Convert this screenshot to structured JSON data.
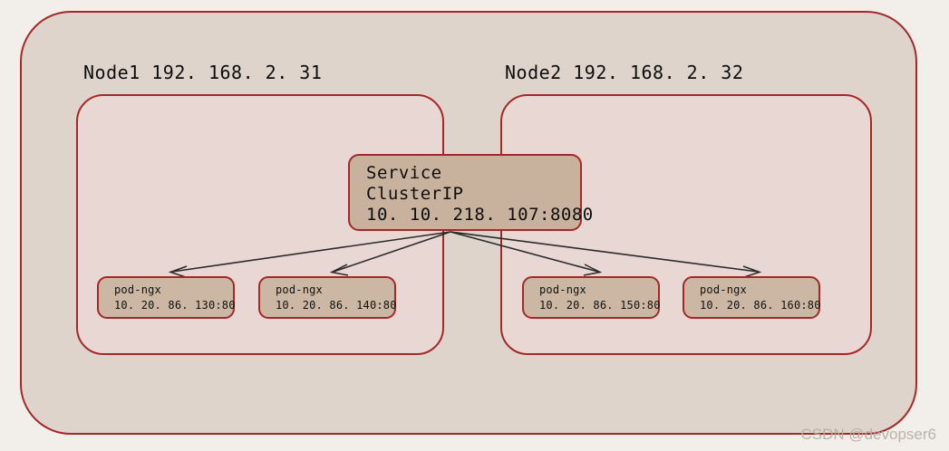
{
  "diagram": {
    "title": "Kubernetes Service ClusterIP topology",
    "colors": {
      "page_background": "#f2efeb",
      "cluster_fill": "#ded4cb",
      "node_fill": "#e8d7d2",
      "box_fill": "#c8b29d",
      "border": "#a52828",
      "arrow": "#2b2b2b",
      "text": "#0d0d0d",
      "watermark": "#b6aca6"
    }
  },
  "nodes": [
    {
      "id": "node1",
      "label": "Node1  192. 168. 2. 31"
    },
    {
      "id": "node2",
      "label": "Node2  192. 168. 2. 32"
    }
  ],
  "service": {
    "kind": "Service",
    "type": "ClusterIP",
    "endpoint": "10. 10. 218. 107:8080"
  },
  "pods": [
    {
      "name": "pod-ngx",
      "endpoint": "10. 20. 86. 130:80",
      "node": "node1"
    },
    {
      "name": "pod-ngx",
      "endpoint": "10. 20. 86. 140:80",
      "node": "node1"
    },
    {
      "name": "pod-ngx",
      "endpoint": "10. 20. 86. 150:80",
      "node": "node2"
    },
    {
      "name": "pod-ngx",
      "endpoint": "10. 20. 86. 160:80",
      "node": "node2"
    }
  ],
  "watermark": {
    "text": "CSDN @devopser6"
  }
}
